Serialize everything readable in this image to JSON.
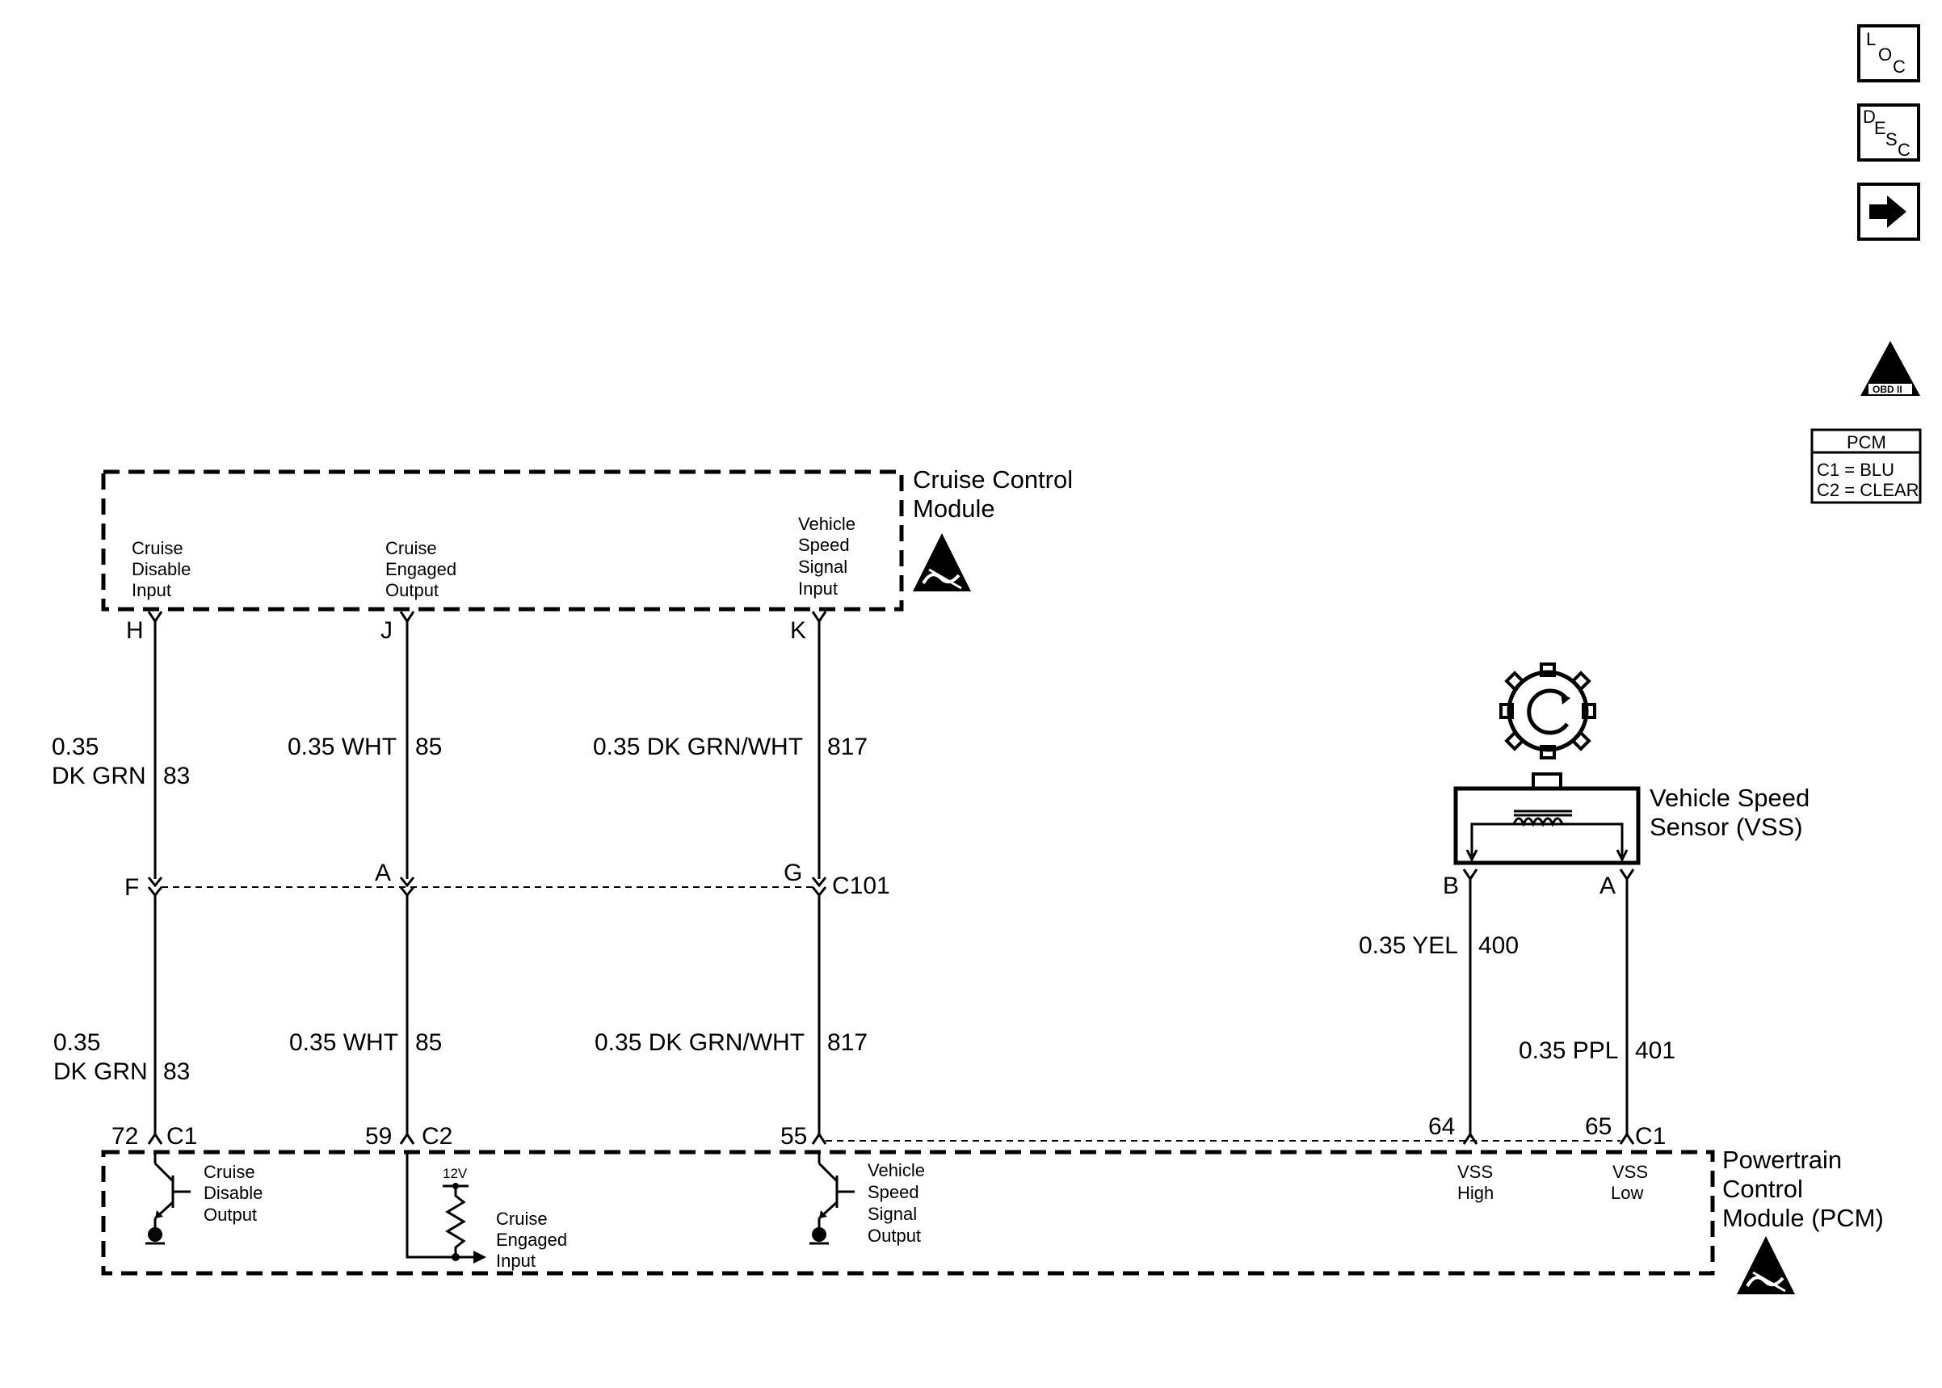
{
  "side_buttons": {
    "loc": {
      "l1": "L",
      "l2": "O",
      "l3": "C"
    },
    "desc": {
      "l1": "D",
      "l2": "E",
      "l3": "S",
      "l4": "C"
    },
    "arrow": "next-arrow-icon"
  },
  "obd_badge": {
    "numeral": "II",
    "caption": "OBD II"
  },
  "pcm_legend": {
    "title": "PCM",
    "row1": "C1 = BLU",
    "row2": "C2 = CLEAR"
  },
  "cruise_module": {
    "title_l1": "Cruise Control",
    "title_l2": "Module",
    "inputs": [
      {
        "lines": [
          "Cruise",
          "Disable",
          "Input"
        ],
        "pin": "H"
      },
      {
        "lines": [
          "Cruise",
          "Engaged",
          "Output"
        ],
        "pin": "J"
      },
      {
        "lines": [
          "Vehicle",
          "Speed",
          "Signal",
          "Input"
        ],
        "pin": "K"
      }
    ]
  },
  "upper_wires": [
    {
      "size": "0.35",
      "color": "DK GRN",
      "circuit": "83"
    },
    {
      "label": "0.35 WHT",
      "circuit": "85"
    },
    {
      "label": "0.35 DK GRN/WHT",
      "circuit": "817"
    }
  ],
  "connector_c101": {
    "pins": [
      "F",
      "A",
      "G"
    ],
    "name": "C101"
  },
  "lower_wires": [
    {
      "size": "0.35",
      "color": "DK GRN",
      "circuit": "83"
    },
    {
      "label": "0.35 WHT",
      "circuit": "85"
    },
    {
      "label": "0.35 DK GRN/WHT",
      "circuit": "817"
    },
    {
      "label": "0.35 YEL",
      "circuit": "400"
    },
    {
      "label": "0.35 PPL",
      "circuit": "401"
    }
  ],
  "vss": {
    "title_l1": "Vehicle Speed",
    "title_l2": "Sensor (VSS)",
    "pin_b": "B",
    "pin_a": "A"
  },
  "pcm_pins": [
    {
      "pin": "72",
      "conn": "C1"
    },
    {
      "pin": "59",
      "conn": "C2"
    },
    {
      "pin": "55"
    },
    {
      "pin": "64"
    },
    {
      "pin": "65",
      "conn": "C1"
    }
  ],
  "pcm_module": {
    "title_l1": "Powertrain",
    "title_l2": "Control",
    "title_l3": "Module (PCM)",
    "cruise_disable_output": [
      "Cruise",
      "Disable",
      "Output"
    ],
    "supply": "12V",
    "cruise_engaged_input": [
      "Cruise",
      "Engaged",
      "Input"
    ],
    "vss_output": [
      "Vehicle",
      "Speed",
      "Signal",
      "Output"
    ],
    "vss_high": [
      "VSS",
      "High"
    ],
    "vss_low": [
      "VSS",
      "Low"
    ]
  }
}
